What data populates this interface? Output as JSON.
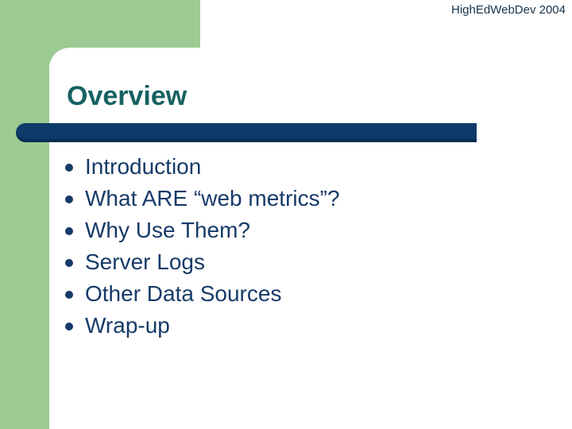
{
  "slide": {
    "header": "HighEdWebDev 2004",
    "title": "Overview",
    "bullets": [
      "Introduction",
      "What ARE “web metrics”?",
      "Why Use Them?",
      "Server Logs",
      "Other Data Sources",
      "Wrap-up"
    ]
  },
  "colors": {
    "background_green": "#9BCB92",
    "panel_white": "#FFFFFF",
    "accent_bar_navy": "#0E3A6B",
    "title_teal": "#176161",
    "body_text_navy": "#163A67",
    "header_text": "#16334A"
  }
}
